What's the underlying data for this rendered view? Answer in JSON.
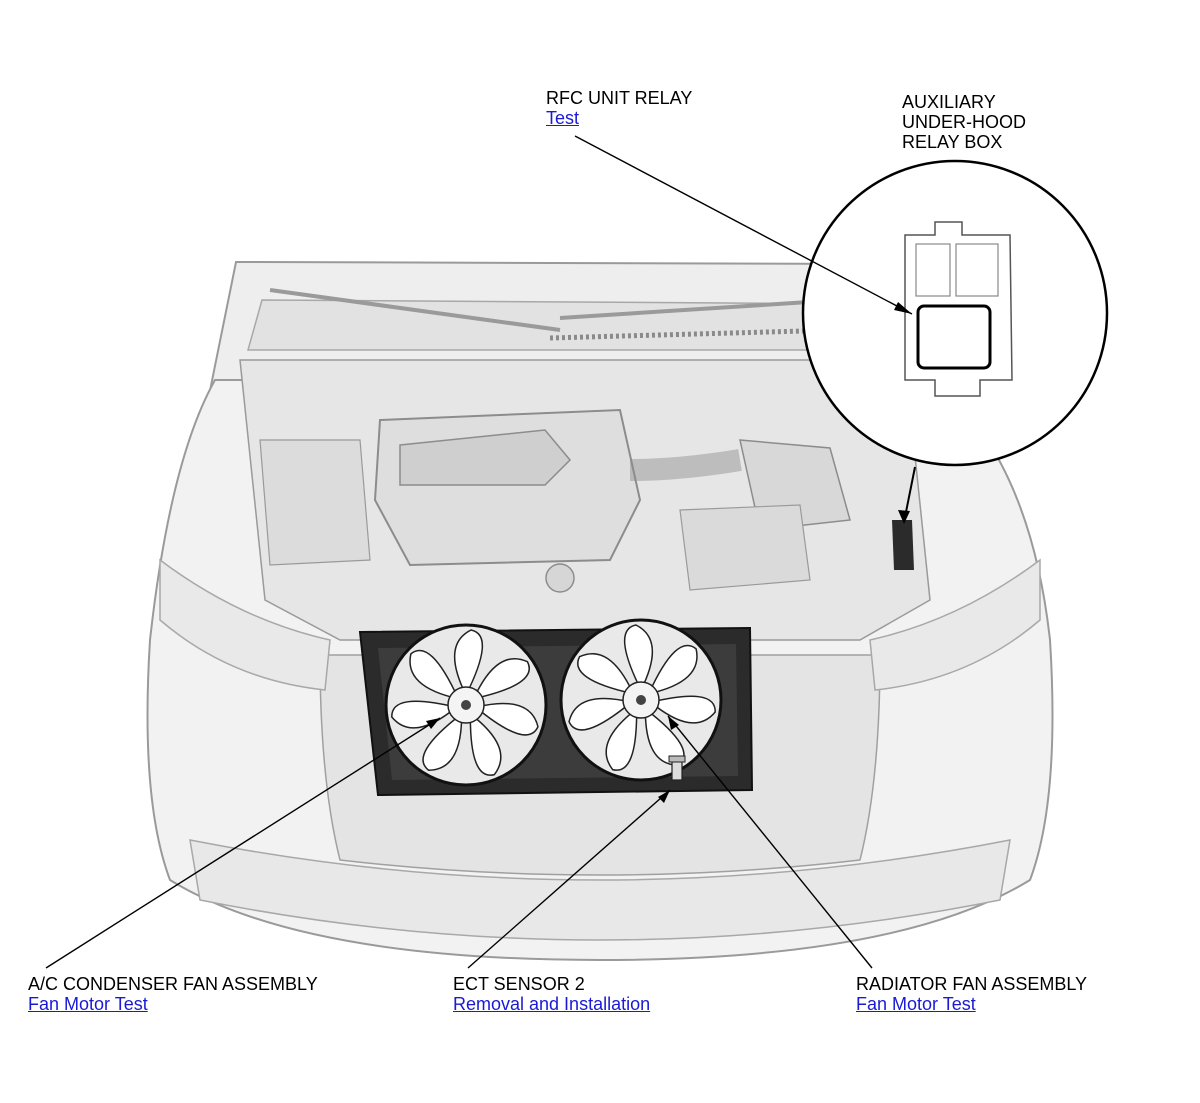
{
  "labels": {
    "rfc_relay": {
      "title": "RFC UNIT RELAY",
      "link": "Test"
    },
    "aux_box": {
      "title": "AUXILIARY\nUNDER-HOOD\nRELAY BOX"
    },
    "ac_fan": {
      "title": "A/C CONDENSER FAN ASSEMBLY",
      "link": "Fan Motor Test"
    },
    "ect": {
      "title": "ECT SENSOR 2",
      "link": "Removal and Installation"
    },
    "rad_fan": {
      "title": "RADIATOR FAN ASSEMBLY",
      "link": "Fan Motor Test"
    }
  },
  "colors": {
    "link": "#1a1ad6",
    "line": "#000000",
    "car_light": "#f0f0f0",
    "car_mid": "#dcdcdc",
    "car_dark": "#b8b8b8",
    "fan_frame": "#2b2b2b"
  }
}
